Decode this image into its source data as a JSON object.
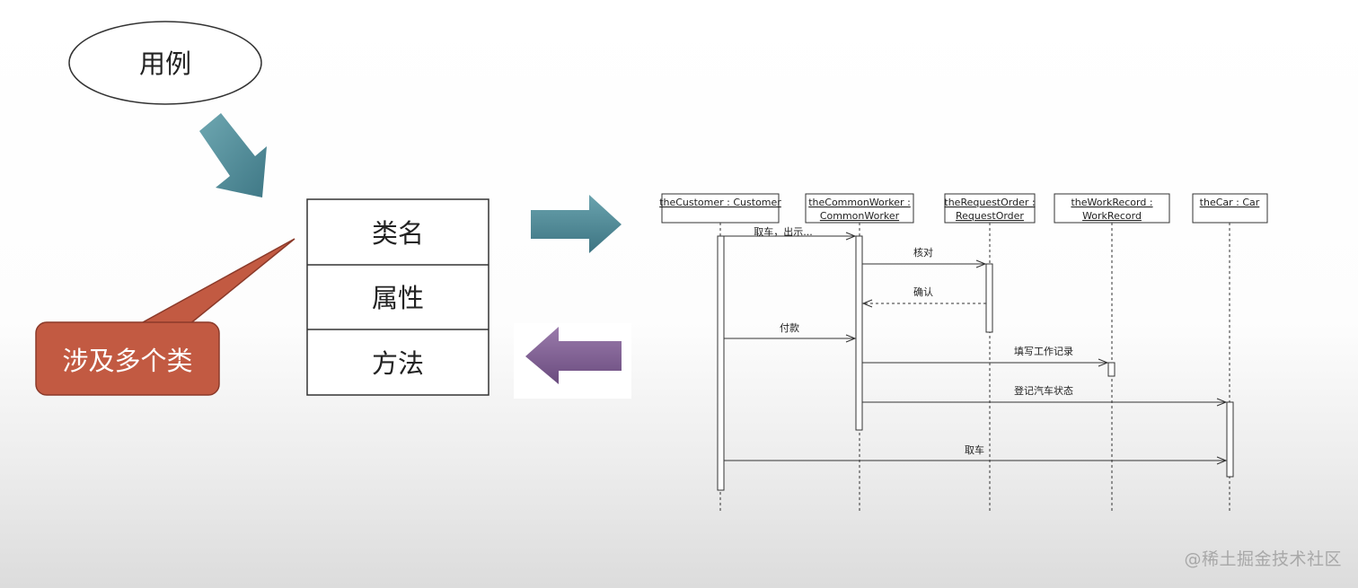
{
  "use_case": {
    "label": "用例"
  },
  "class_box": {
    "sections": [
      {
        "label": "类名"
      },
      {
        "label": "属性"
      },
      {
        "label": "方法"
      }
    ]
  },
  "callout": {
    "label": "涉及多个类"
  },
  "colors": {
    "teal_arrow": "#4f8d9a",
    "purple_arrow": "#7a5b8e",
    "callout_fill": "#c25a42",
    "callout_stroke": "#8b3a2a"
  },
  "sequence_diagram": {
    "lifelines": [
      {
        "label_line1": "theCustomer : Customer",
        "label_line2": ""
      },
      {
        "label_line1": "theCommonWorker :",
        "label_line2": "CommonWorker"
      },
      {
        "label_line1": "theRequestOrder :",
        "label_line2": "RequestOrder"
      },
      {
        "label_line1": "theWorkRecord :",
        "label_line2": "WorkRecord"
      },
      {
        "label_line1": "theCar : Car",
        "label_line2": ""
      }
    ],
    "messages": [
      {
        "label": "取车，出示...",
        "from": 0,
        "to": 1,
        "style": "solid"
      },
      {
        "label": "核对",
        "from": 1,
        "to": 2,
        "style": "solid"
      },
      {
        "label": "确认",
        "from": 2,
        "to": 1,
        "style": "dashed"
      },
      {
        "label": "付款",
        "from": 0,
        "to": 1,
        "style": "solid"
      },
      {
        "label": "填写工作记录",
        "from": 1,
        "to": 3,
        "style": "solid"
      },
      {
        "label": "登记汽车状态",
        "from": 1,
        "to": 4,
        "style": "solid"
      },
      {
        "label": "取车",
        "from": 0,
        "to": 4,
        "style": "solid"
      }
    ]
  },
  "watermark": {
    "text": "@稀土掘金技术社区"
  }
}
